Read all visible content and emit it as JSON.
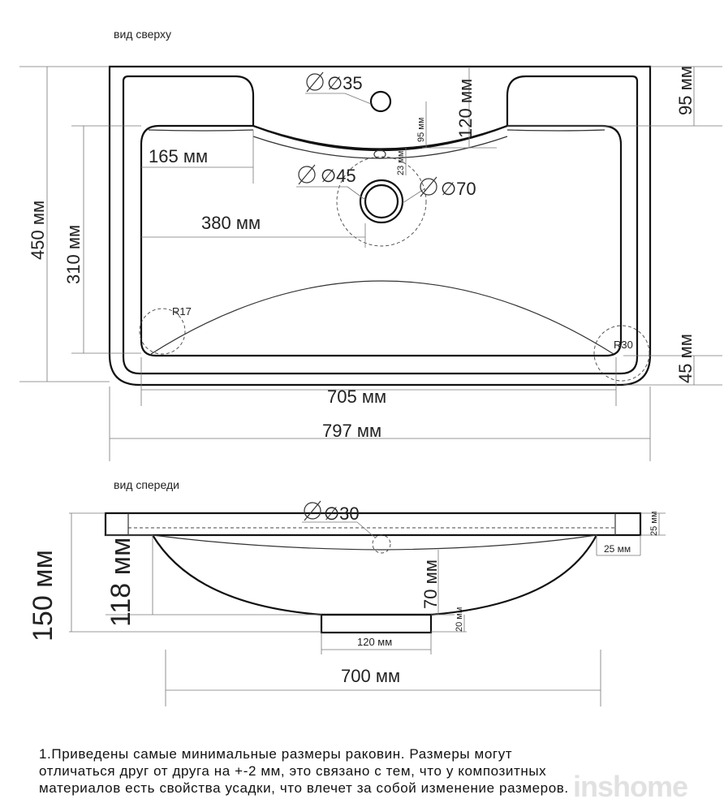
{
  "top_view": {
    "title": "вид сверху",
    "d_tap": "∅35",
    "d_drain": "∅45",
    "d_drain_ring": "∅70",
    "depth_total": "450 мм",
    "depth_bowl": "310 мм",
    "offset_side": "165 мм",
    "offset_center": "380 мм",
    "tap_depth": "120 мм",
    "tap_small": "95 мм",
    "drain_small": "23 мм",
    "back_edge": "95 мм",
    "front_edge": "45 мм",
    "radius_small": "R17",
    "radius_large": "R30",
    "width_bowl": "705 мм",
    "width_total": "797 мм"
  },
  "front_view": {
    "title": "вид спереди",
    "overflow": "∅30",
    "height_total": "150 мм",
    "height_bowl": "118 мм",
    "slab": "25 мм",
    "rim": "25 мм",
    "bowl_depth": "70 мм",
    "drain_height": "20 мм",
    "drain_width": "120 мм",
    "width": "700 мм"
  },
  "note": {
    "line1": "1.Приведены самые минимальные размеры раковин. Размеры могут",
    "line2": "отличаться друг от друга на +-2 мм, это связано с тем, что у композитных",
    "line3": "материалов есть свойства усадки, что влечет за собой изменение размеров."
  },
  "watermark": "inshome"
}
